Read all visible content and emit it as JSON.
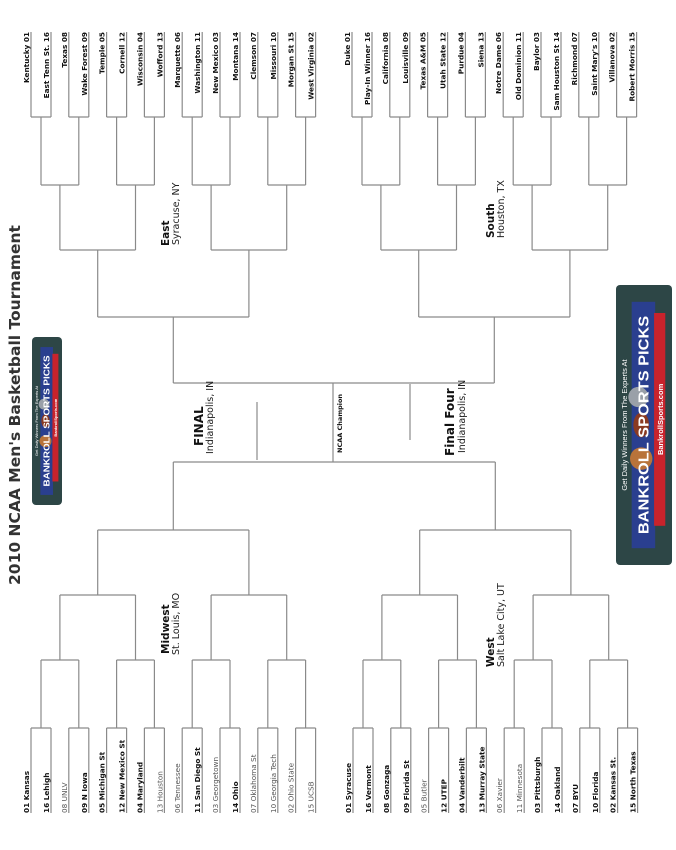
{
  "title": "2010 NCAA Men's Basketball Tournament",
  "regions": {
    "east": {
      "name": "East",
      "city": "Syracuse, NY",
      "teams": [
        "Kentucky 01",
        "East Tenn St. 16",
        "Texas 08",
        "Wake Forest 09",
        "Temple 05",
        "Cornell 12",
        "Wisconsin 04",
        "Wofford 13",
        "Marquette 06",
        "Washington 11",
        "New Mexico 03",
        "Montana 14",
        "Clemson 07",
        "Missouri 10",
        "Morgan St 15",
        "West Virginia 02"
      ],
      "bold": [
        true,
        true,
        true,
        true,
        true,
        true,
        true,
        true,
        true,
        true,
        true,
        true,
        true,
        true,
        true,
        true
      ]
    },
    "south": {
      "name": "South",
      "city": "Houston, TX",
      "teams": [
        "Duke 01",
        "Play-In Winner 16",
        "California 08",
        "Louisville 09",
        "Texas A&M 05",
        "Utah State 12",
        "Purdue 04",
        "Siena 13",
        "Notre Dame 06",
        "Old Dominion 11",
        "Baylor 03",
        "Sam Houston St 14",
        "Richmond 07",
        "Saint Mary's 10",
        "Villanova 02",
        "Robert Morris  15"
      ],
      "bold": [
        true,
        true,
        true,
        true,
        true,
        true,
        true,
        true,
        true,
        true,
        true,
        true,
        true,
        true,
        true,
        true
      ]
    },
    "midwest": {
      "name": "Midwest",
      "city": "St. Louis, MO",
      "teams": [
        "01 Kansas",
        "16 Lehigh",
        "08 UNLV",
        "09 N Iowa",
        "05 Michigan St",
        "12 New Mexico St",
        "04 Maryland",
        "13 Houston",
        "06 Tennessee",
        "11 San Diego St",
        "03 Georgetown",
        "14 Ohio",
        "07 Oklahoma St",
        "10 Georgia Tech",
        "02 Ohio State",
        "15 UCSB"
      ],
      "bold": [
        true,
        true,
        false,
        true,
        true,
        true,
        true,
        false,
        false,
        true,
        false,
        true,
        false,
        false,
        false,
        false
      ]
    },
    "west": {
      "name": "West",
      "city": "Salt Lake City, UT",
      "teams": [
        "01  Syracuse",
        "16  Vermont",
        "08  Gonzaga",
        "09  Florida St",
        "05  Butler",
        "12  UTEP",
        "04  Vanderbilt",
        "13  Murray State",
        "06  Xavier",
        "11  Minnesota",
        "03  Pittsburgh",
        "14  Oakland",
        "07  BYU",
        "10  Florida",
        "02  Kansas St.",
        "15  North Texas"
      ],
      "bold": [
        true,
        true,
        true,
        true,
        false,
        true,
        true,
        true,
        false,
        false,
        true,
        true,
        true,
        true,
        true,
        true
      ]
    }
  },
  "final": {
    "label": "FINAL",
    "city": "Indianapolis, IN"
  },
  "final_four": {
    "label": "Final Four",
    "city": "Indianapolis, IN"
  },
  "champion_label": "NCAA Champion",
  "ads": [
    {
      "tagline": "Get Daily Winners From The Experts At",
      "brand": "BANKROLL SPORTS PICKS",
      "url": "BankrollSports.com"
    },
    {
      "tagline": "Get Daily Winners From The Experts At",
      "brand": "BANKROLL SPORTS PICKS",
      "url": "BankrollSports.com"
    }
  ],
  "colors": {
    "line": "#8a8a8a",
    "ad_bg": "#2d4646",
    "ad_band": "#2a3f8f",
    "ad_red": "#c8232c"
  }
}
